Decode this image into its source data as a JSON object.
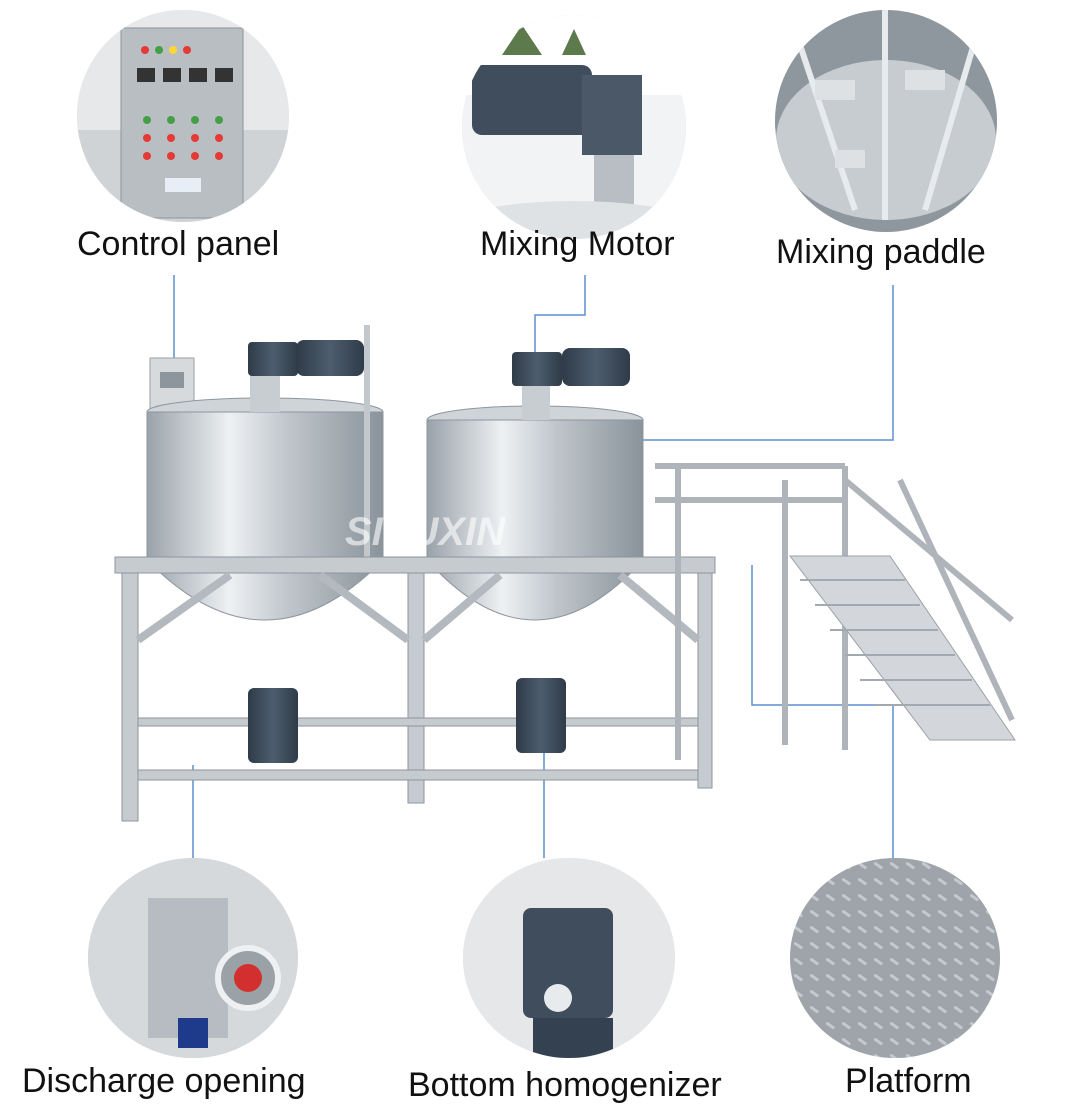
{
  "labels": {
    "control_panel": "Control panel",
    "mixing_motor": "Mixing Motor",
    "mixing_paddle": "Mixing paddle",
    "discharge_opening": "Discharge opening",
    "bottom_homogenizer": "Bottom homogenizer",
    "platform": "Platform"
  },
  "watermark": "SIPUXIN",
  "colors": {
    "leader_line": "#5b8fd0",
    "steel": "#c9ced3",
    "motor": "#3f4d5c"
  }
}
